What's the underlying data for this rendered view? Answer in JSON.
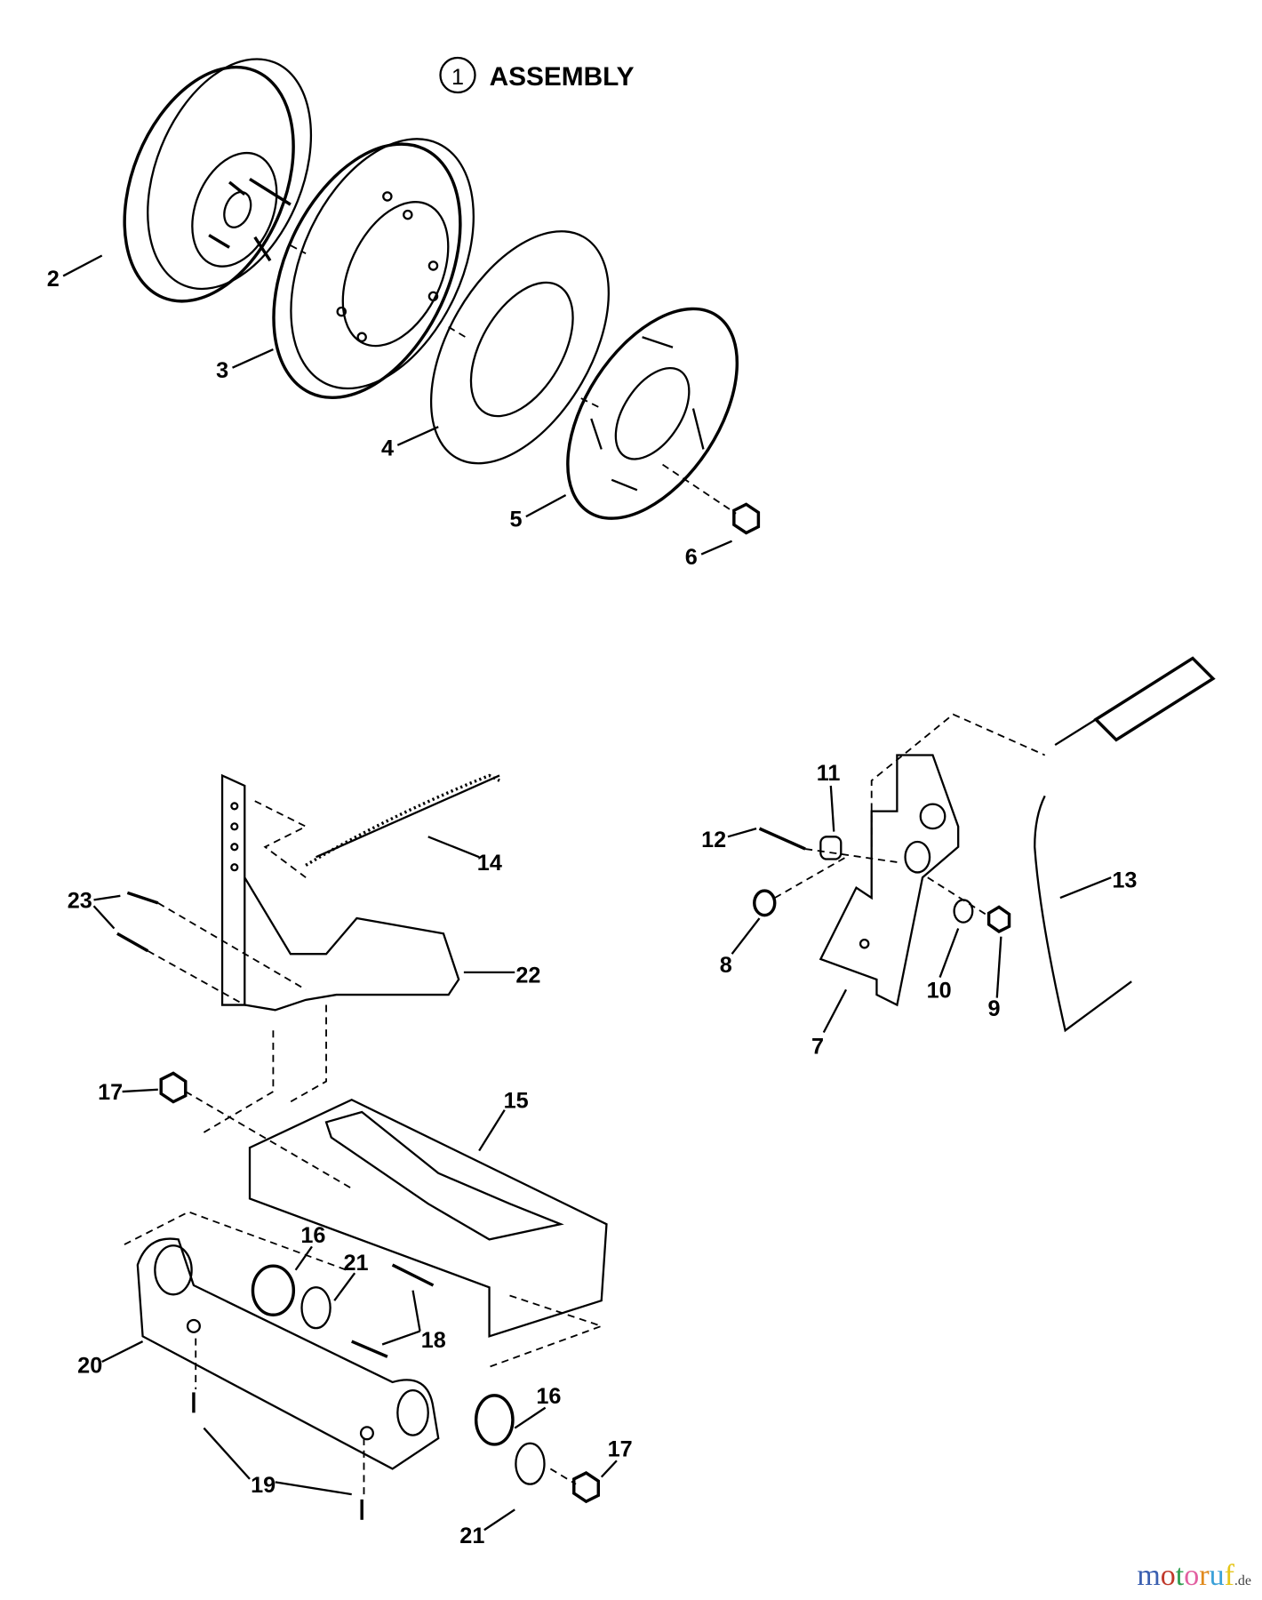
{
  "title": {
    "number": "1",
    "text": "ASSEMBLY"
  },
  "labels": [
    "2",
    "3",
    "4",
    "5",
    "6",
    "14",
    "23",
    "22",
    "17",
    "15",
    "16",
    "21",
    "18",
    "20",
    "19",
    "16",
    "17",
    "21",
    "11",
    "12",
    "13",
    "8",
    "10",
    "9",
    "7"
  ],
  "watermark": {
    "name": "motoruf",
    "tld": ".de",
    "colors": [
      "#3a5fb0",
      "#c0392b",
      "#2e9e4f",
      "#e25fa0",
      "#e08a1e",
      "#3aa0d8",
      "#e6c619"
    ]
  }
}
